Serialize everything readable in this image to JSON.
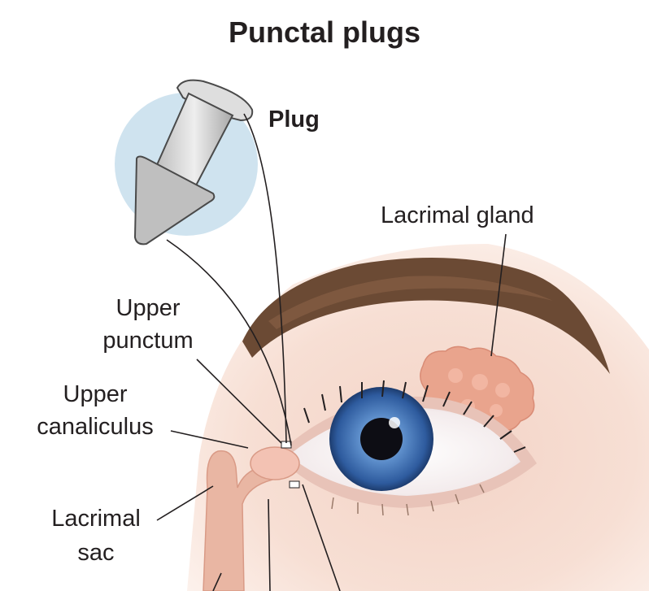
{
  "title": "Punctal plugs",
  "labels": {
    "plug": "Plug",
    "lacrimal_gland": "Lacrimal gland",
    "upper_punctum": [
      "Upper",
      "punctum"
    ],
    "upper_canaliculus": [
      "Upper",
      "canaliculus"
    ],
    "lacrimal_sac": [
      "Lacrimal",
      "sac"
    ]
  },
  "colors": {
    "iris": "#3f6fb0",
    "plug_bg": "#cfe3ef",
    "brow": "#6b4a34",
    "gland": "#e9a48d",
    "skin": "#f6d9cc"
  }
}
